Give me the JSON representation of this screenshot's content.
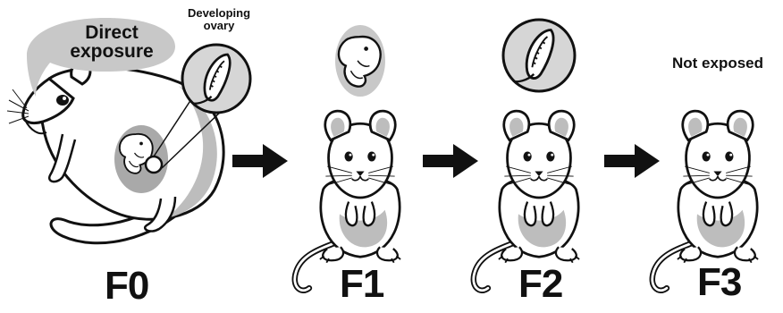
{
  "callouts": {
    "direct_exposure_line1": "Direct",
    "direct_exposure_line2": "exposure",
    "developing_ovary_line1": "Developing",
    "developing_ovary_line2": "ovary",
    "not_exposed": "Not exposed"
  },
  "generations": [
    {
      "label": "F0"
    },
    {
      "label": "F1"
    },
    {
      "label": "F2"
    },
    {
      "label": "F3"
    }
  ],
  "colors": {
    "ink": "#111111",
    "fur_shadow": "#bdbdbd",
    "bubble_fill": "#c8c8c8",
    "uterus_fill": "#a9a9a9",
    "arrow": "#111111"
  }
}
